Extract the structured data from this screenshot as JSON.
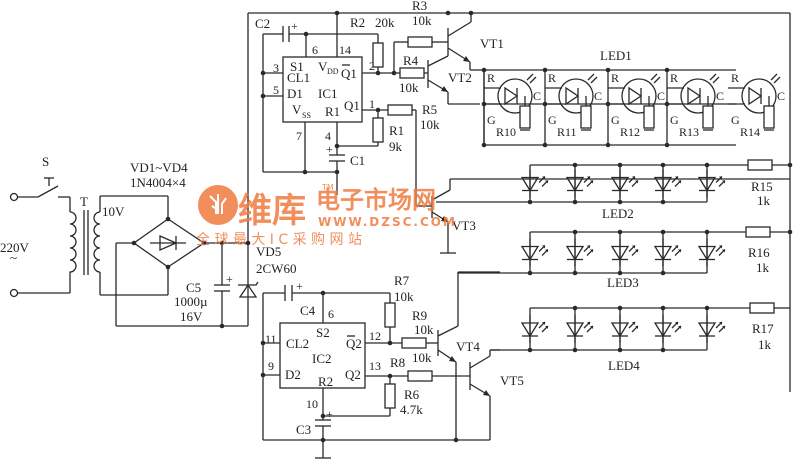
{
  "power": {
    "switch": "S",
    "transformer": "T",
    "mains_voltage": "220V",
    "secondary_voltage": "10V",
    "bridge_label": "VD1~VD4",
    "bridge_part": "1N4004×4",
    "c5_name": "C5",
    "c5_value": "1000µ",
    "c5_voltage": "16V",
    "zener_name": "VD5",
    "zener_part": "2CW60"
  },
  "ic1": {
    "name": "IC1",
    "pins": {
      "s": "S1",
      "vdd": "V",
      "vdd_sub": "DD",
      "qbar": "Q1",
      "cl": "CL1",
      "d": "D1",
      "vss": "V",
      "vss_sub": "SS",
      "r": "R1",
      "q": "Q1"
    },
    "pin_numbers": {
      "p6": "6",
      "p14": "14",
      "p3": "3",
      "p5": "5",
      "p2": "2",
      "p1": "1",
      "p7": "7",
      "p4": "4"
    }
  },
  "ic2": {
    "name": "IC2",
    "pins": {
      "s": "S2",
      "qbar": "Q2",
      "cl": "CL2",
      "d": "D2",
      "r": "R2",
      "q": "Q2"
    },
    "pin_numbers": {
      "p6": "6",
      "p11": "11",
      "p9": "9",
      "p12": "12",
      "p13": "13",
      "p10": "10"
    }
  },
  "components": {
    "c1": "C1",
    "c2": "C2",
    "c3": "C3",
    "c4": "C4",
    "plus": "+",
    "r1": {
      "name": "R1",
      "value": "9k"
    },
    "r2": {
      "name": "R2",
      "value": "20k"
    },
    "r3": {
      "name": "R3",
      "value": "10k"
    },
    "r4": {
      "name": "R4",
      "value": "10k"
    },
    "r5": {
      "name": "R5",
      "value": "10k"
    },
    "r6": {
      "name": "R6",
      "value": "4.7k"
    },
    "r7": {
      "name": "R7",
      "value": "10k"
    },
    "r8": {
      "name": "R8",
      "value": "10k"
    },
    "r9": {
      "name": "R9",
      "value": "10k"
    },
    "r15": {
      "name": "R15",
      "value": "1k"
    },
    "r16": {
      "name": "R16",
      "value": "1k"
    },
    "r17": {
      "name": "R17",
      "value": "1k"
    },
    "vt1": "VT1",
    "vt2": "VT2",
    "vt3": "VT3",
    "vt4": "VT4",
    "vt5": "VT5"
  },
  "led_groups": {
    "led1": "LED1",
    "led1_resistors": [
      "R10",
      "R11",
      "R12",
      "R13",
      "R14"
    ],
    "led1_pin_r": "R",
    "led1_pin_g": "G",
    "led1_pin_c": "C",
    "led2": "LED2",
    "led3": "LED3",
    "led4": "LED4"
  },
  "watermark": {
    "brand": "维库",
    "tagline": "电子市场网",
    "url": "WWW.DZSC.COM",
    "slogan": "全 球 最 大 I C 采 购 网 站",
    "tm": "TM",
    "color": "#f07b3f"
  }
}
